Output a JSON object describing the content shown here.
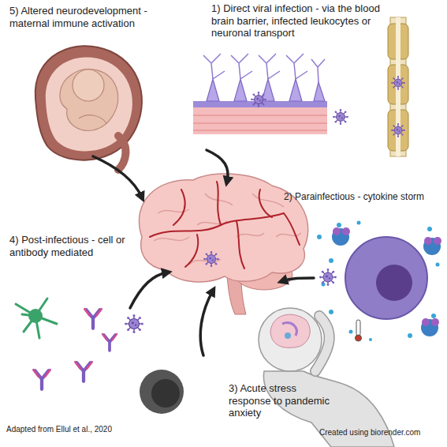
{
  "diagram": {
    "labels": [
      "5) Altered neurodevelopment - maternal immune activation",
      "1) Direct viral infection - via the blood brain barrier, infected leukocytes or neuronal transport",
      "2) Parainfectious - cytokine storm",
      "4) Post-infectious - cell or antibody mediated",
      "3) Acute stress response to pandemic anxiety",
      "Adapted from Ellul et al., 2020",
      "Created using biorender.com"
    ]
  }
}
